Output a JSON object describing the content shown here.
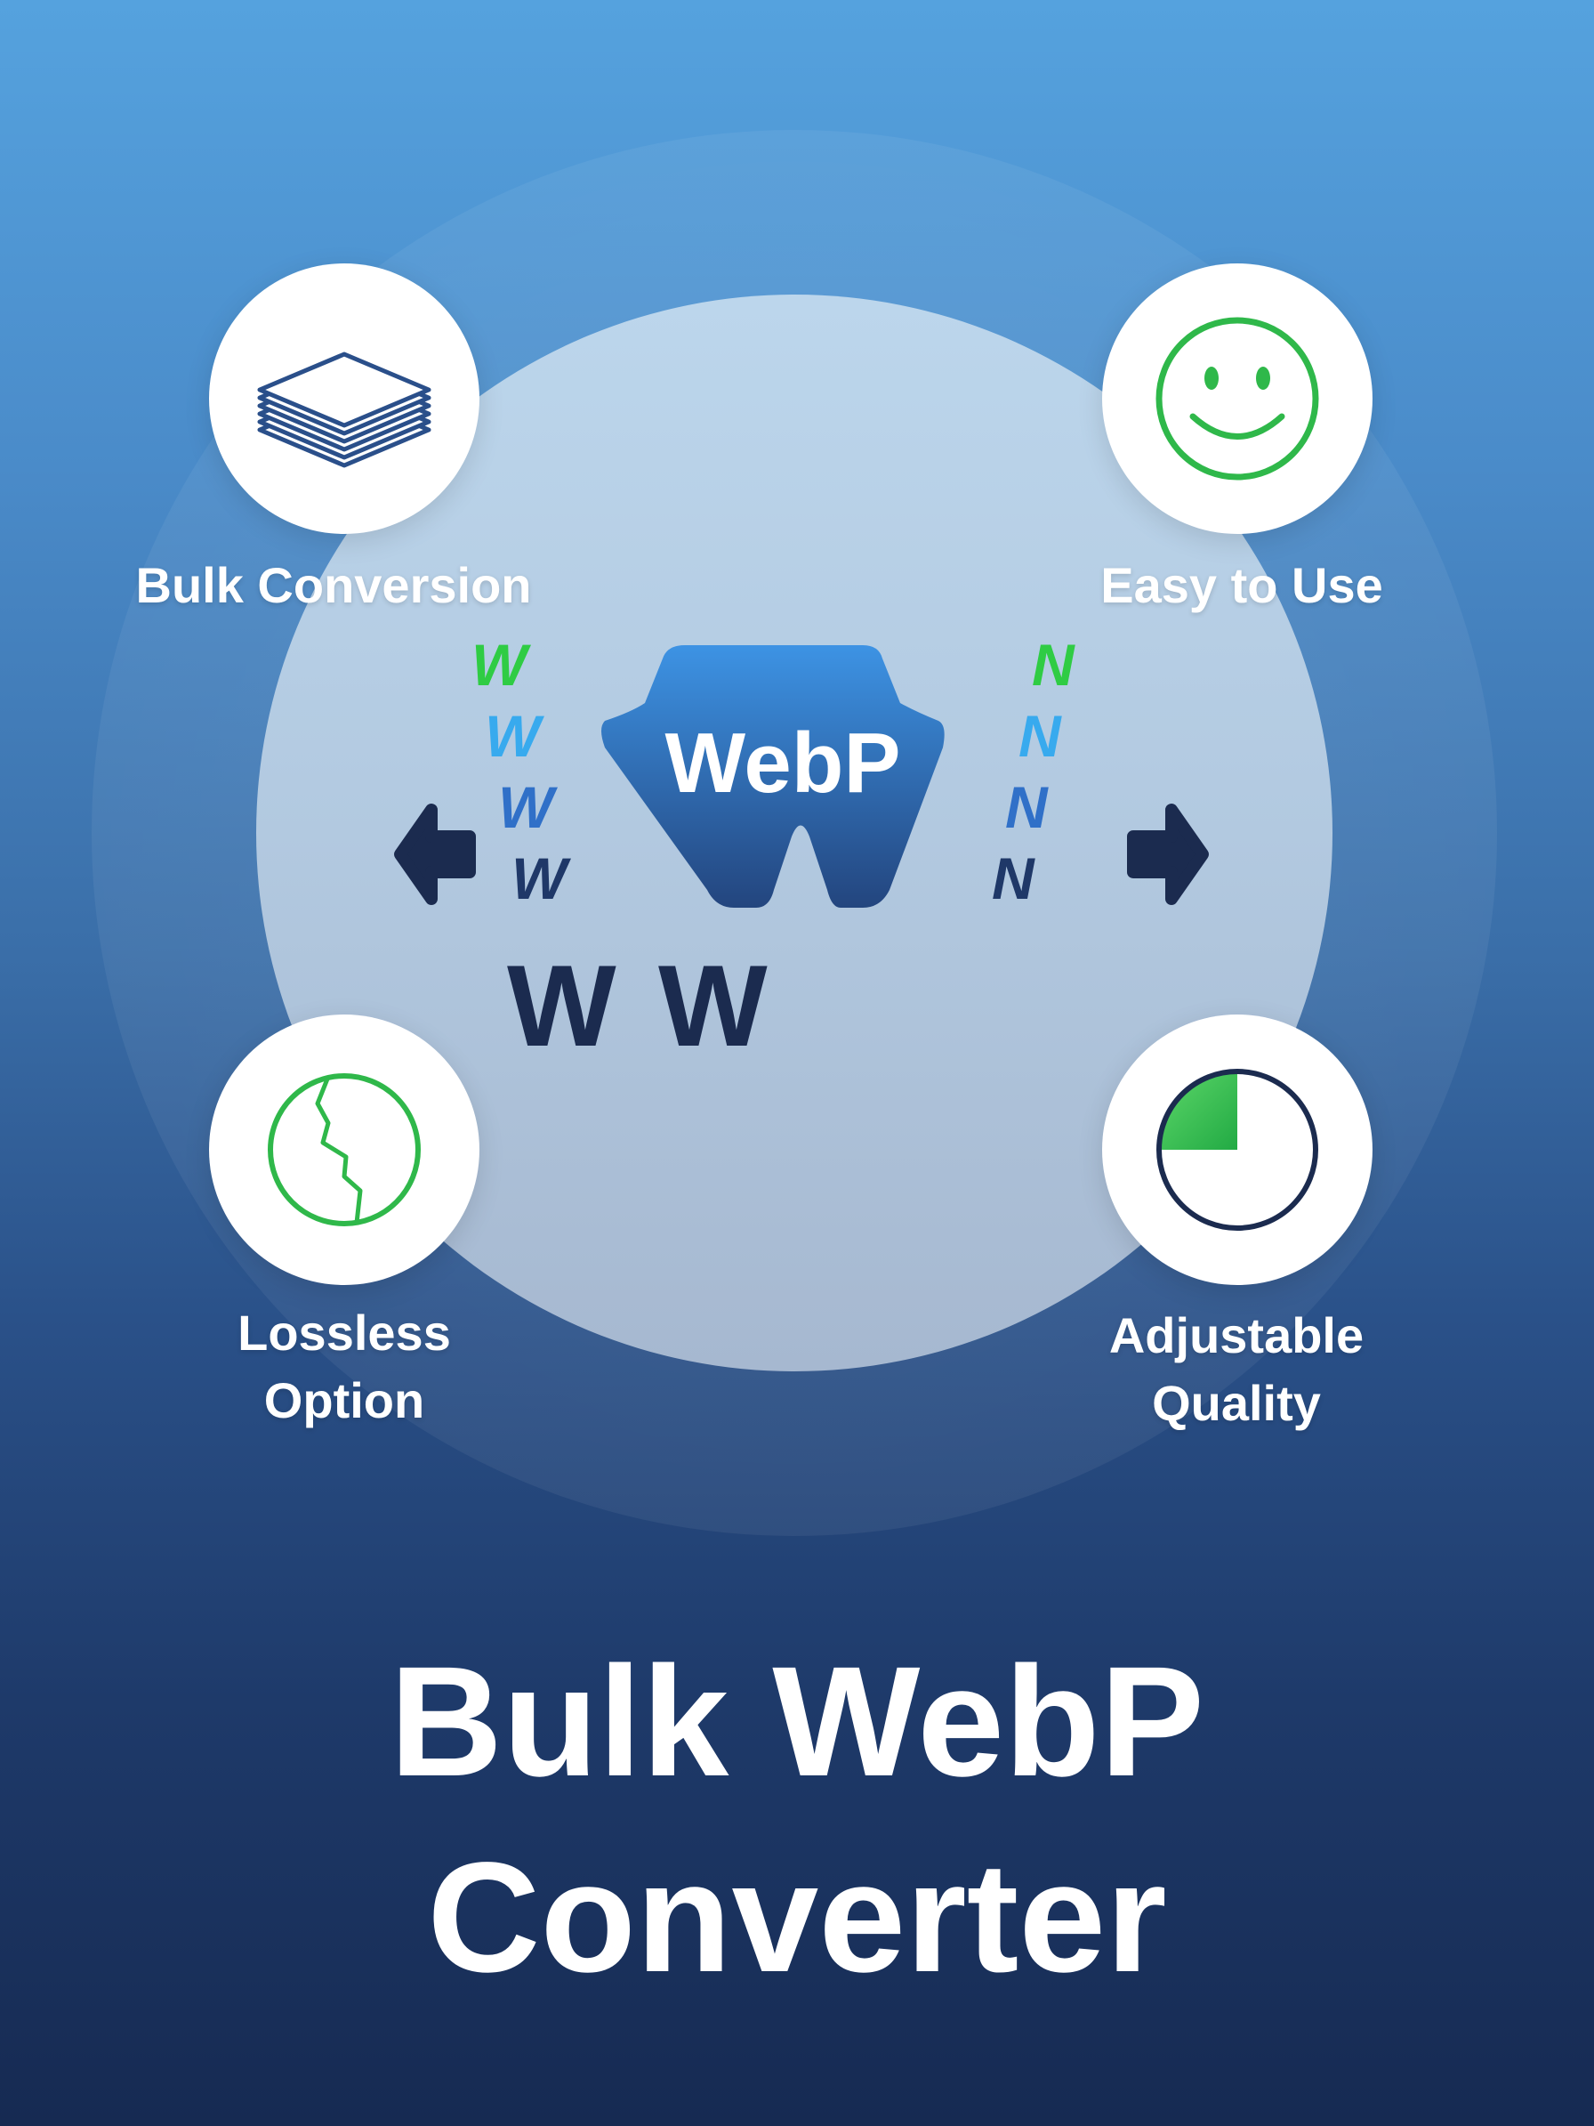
{
  "features": [
    {
      "label": "Bulk Conversion",
      "icon": "stacked-layers-icon"
    },
    {
      "label": "Easy to Use",
      "icon": "smiley-face-icon"
    },
    {
      "label_lines": [
        "Lossless",
        "Option"
      ],
      "icon": "cracked-circle-icon"
    },
    {
      "label_lines": [
        "Adjustable",
        "Quality"
      ],
      "icon": "quality-dial-icon"
    }
  ],
  "logo": {
    "text": "WebP"
  },
  "title_lines": [
    "Bulk WebP",
    "Converter"
  ],
  "colors": {
    "accent_green": "#2fc84a",
    "accent_blue": "#3a8ee6",
    "navy": "#1b2b4f"
  }
}
